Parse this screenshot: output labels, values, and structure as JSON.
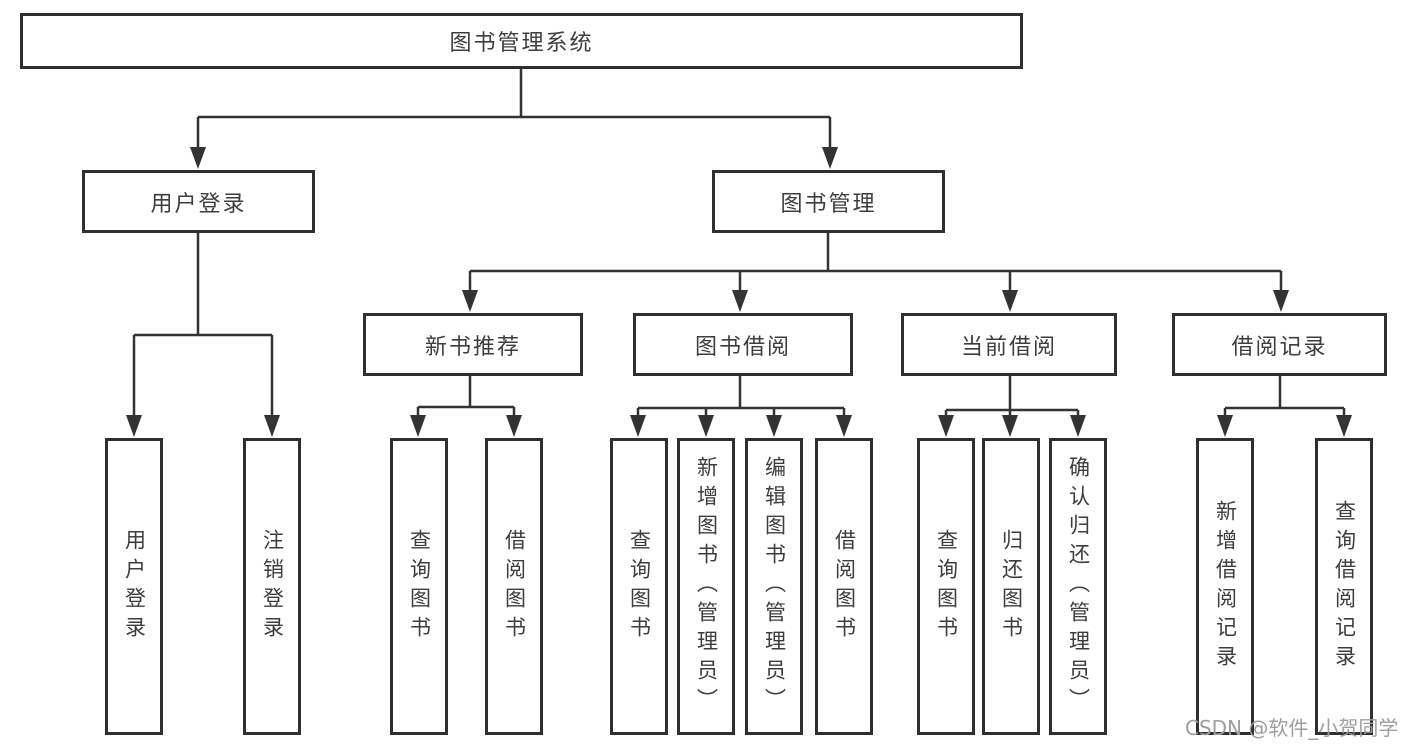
{
  "colors": {
    "line": "#333333",
    "box_border": "#2f2f2f",
    "text": "#3d3d3d",
    "watermark": "#9e9e9e",
    "background": "#ffffff"
  },
  "watermark": "CSDN @软件_小贺同学",
  "tree": {
    "root": "图书管理系统",
    "children": [
      {
        "label": "用户登录",
        "children": [
          "用户登录",
          "注销登录"
        ]
      },
      {
        "label": "图书管理",
        "children": [
          {
            "label": "新书推荐",
            "children": [
              "查询图书",
              "借阅图书"
            ]
          },
          {
            "label": "图书借阅",
            "children": [
              "查询图书",
              "新增图书（管理员）",
              "编辑图书（管理员）",
              "借阅图书"
            ]
          },
          {
            "label": "当前借阅",
            "children": [
              "查询图书",
              "归还图书",
              "确认归还（管理员）"
            ]
          },
          {
            "label": "借阅记录",
            "children": [
              "新增借阅记录",
              "查询借阅记录"
            ]
          }
        ]
      }
    ]
  }
}
